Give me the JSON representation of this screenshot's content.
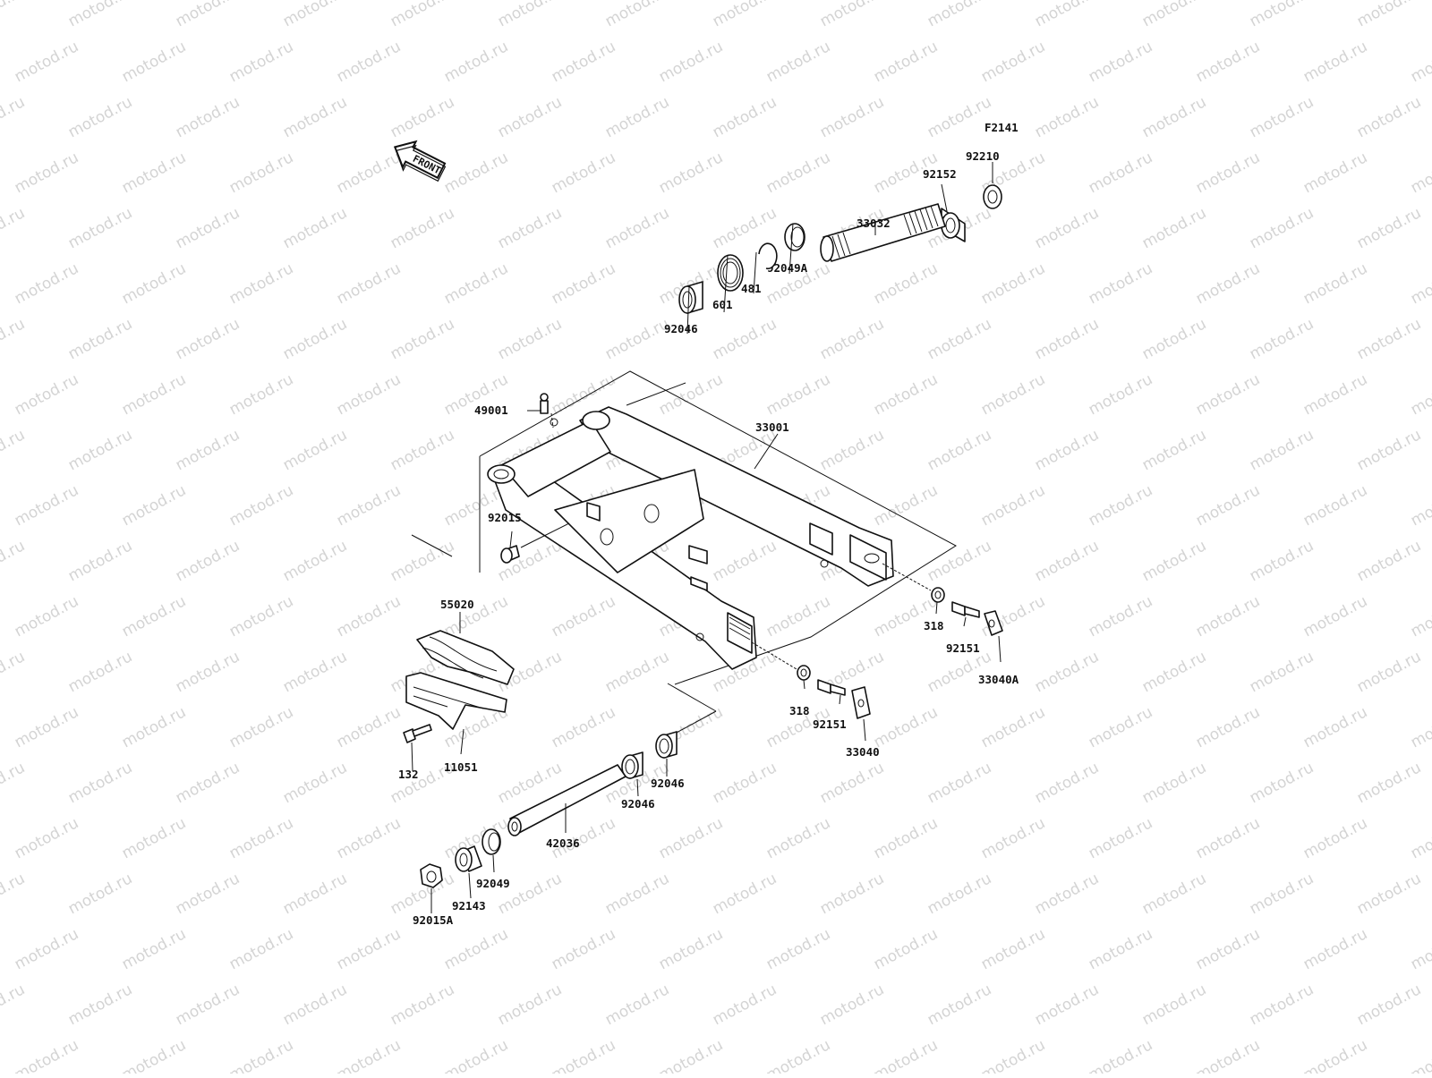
{
  "diagram": {
    "code": "F2141",
    "front_label": "FRONT",
    "watermark": "motod.ru",
    "part_labels": {
      "p92210": "92210",
      "p92152": "92152",
      "p33032": "33032",
      "p92049A": "92049A",
      "p481": "481",
      "p601": "601",
      "p92046_top": "92046",
      "p49001": "49001",
      "p33001": "33001",
      "p92015": "92015",
      "p55020": "55020",
      "p318_right": "318",
      "p92151_right": "92151",
      "p33040A": "33040A",
      "p318_mid": "318",
      "p92151_mid": "92151",
      "p33040": "33040",
      "p132": "132",
      "p11051": "11051",
      "p92046_lower_right": "92046",
      "p92046_lower_left": "92046",
      "p42036": "42036",
      "p92049": "92049",
      "p92143": "92143",
      "p92015A": "92015A"
    }
  }
}
